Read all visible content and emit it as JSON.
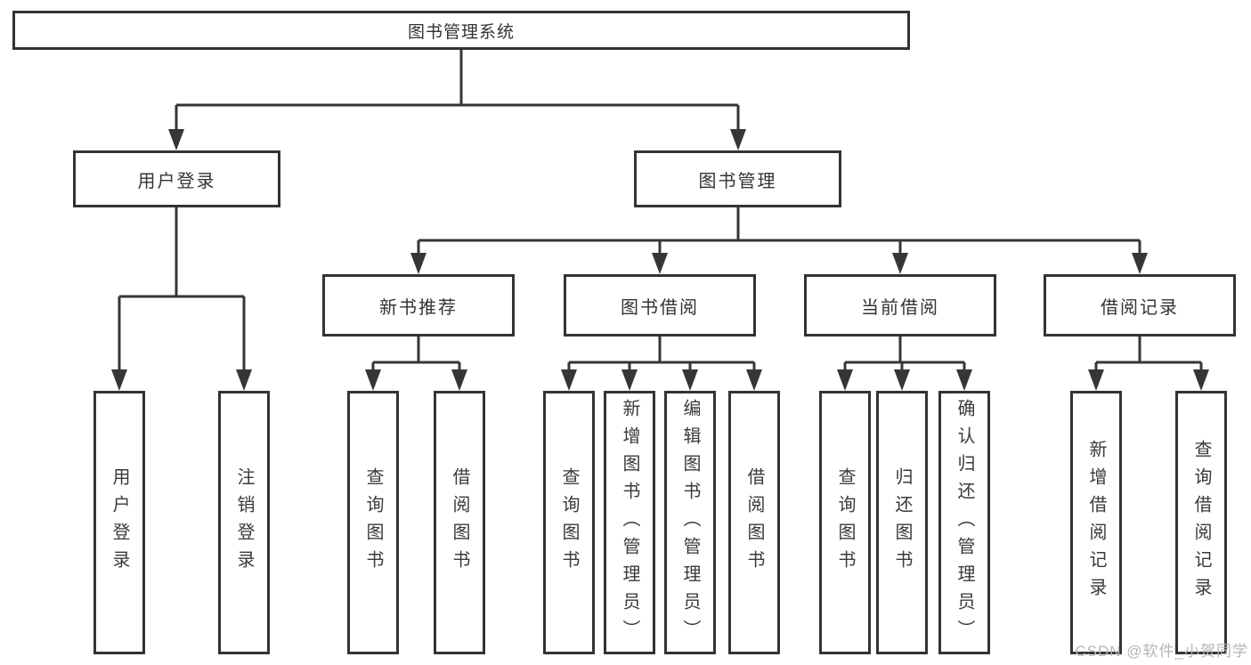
{
  "diagram": {
    "type": "hierarchy-tree",
    "colors": {
      "background": "#ffffff",
      "line": "#363636",
      "box_border": "#333333",
      "text": "#333333",
      "watermark": "#b5b5b5"
    },
    "nodes": {
      "root": "图书管理系统",
      "level2": [
        "用户登录",
        "图书管理"
      ],
      "level3": [
        "新书推荐",
        "图书借阅",
        "当前借阅",
        "借阅记录"
      ],
      "leaves": {
        "user_login": [
          "用户登录",
          "注销登录"
        ],
        "new_book_recommend": [
          "查询图书",
          "借阅图书"
        ],
        "book_borrow": [
          "查询图书",
          "新增图书（管理员）",
          "编辑图书（管理员）",
          "借阅图书"
        ],
        "current_borrow": [
          "查询图书",
          "归还图书",
          "确认归还（管理员）"
        ],
        "borrow_records": [
          "新增借阅记录",
          "查询借阅记录"
        ]
      }
    },
    "edges": [
      "图书管理系统→用户登录",
      "图书管理系统→图书管理",
      "用户登录→用户登录",
      "用户登录→注销登录",
      "图书管理→新书推荐",
      "图书管理→图书借阅",
      "图书管理→当前借阅",
      "图书管理→借阅记录",
      "新书推荐→查询图书",
      "新书推荐→借阅图书",
      "图书借阅→查询图书",
      "图书借阅→新增图书（管理员）",
      "图书借阅→编辑图书（管理员）",
      "图书借阅→借阅图书",
      "当前借阅→查询图书",
      "当前借阅→归还图书",
      "当前借阅→确认归还（管理员）",
      "借阅记录→新增借阅记录",
      "借阅记录→查询借阅记录"
    ],
    "watermark": "CSDN @软件_小贺同学"
  }
}
